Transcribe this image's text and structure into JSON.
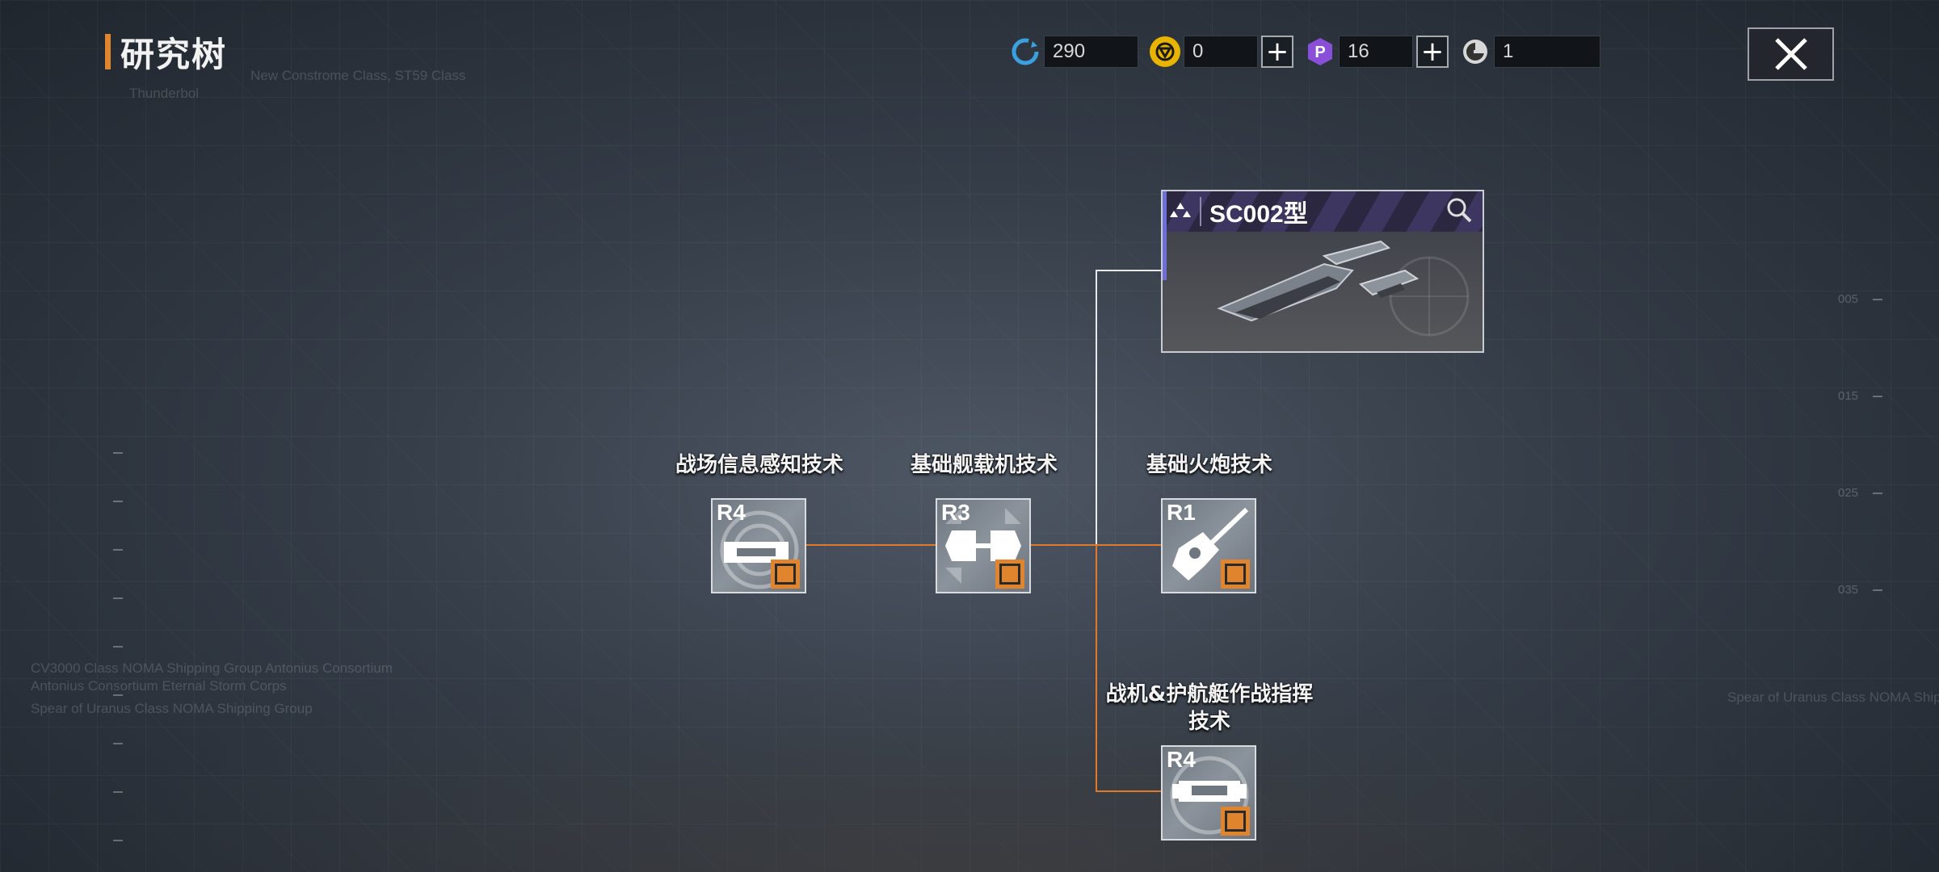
{
  "title": "研究树",
  "background_texts": [
    "New Constrome Class, ST59 Class",
    "Thunderbol",
    "CV3000 Class NOMA Shipping Group Antonius Consortium",
    "Antonius Consortium Eternal Storm Corps",
    "Spear of Uranus Class NOMA Shipping Group",
    "Spear of Uranus Class NOMA Shipp",
    "005",
    "015",
    "025",
    "035"
  ],
  "currencies": [
    {
      "icon": "refresh-currency-icon",
      "value": "290",
      "color": "#3aa0e0",
      "plus": false
    },
    {
      "icon": "gold-currency-icon",
      "value": "0",
      "color": "#e8b400",
      "plus": true
    },
    {
      "icon": "purple-currency-icon",
      "value": "16",
      "color": "#8a4fd8",
      "plus": true
    },
    {
      "icon": "blueprint-currency-icon",
      "value": "1",
      "color": "#d8d8d8",
      "plus": false
    }
  ],
  "ship": {
    "name": "SC002型",
    "icon": "search-icon"
  },
  "nodes": [
    {
      "label": "战场信息感知技术",
      "rank": "R4",
      "icon": "sensor-icon",
      "checked": true
    },
    {
      "label": "基础舰载机技术",
      "rank": "R3",
      "icon": "aircraft-icon",
      "checked": true
    },
    {
      "label": "基础火炮技术",
      "rank": "R1",
      "icon": "cannon-icon",
      "checked": true
    },
    {
      "label": "战机&护航艇作战指挥技术",
      "rank": "R4",
      "icon": "command-icon",
      "checked": true
    }
  ],
  "colors": {
    "accent": "#e0852e",
    "line": "#e07a2a"
  }
}
